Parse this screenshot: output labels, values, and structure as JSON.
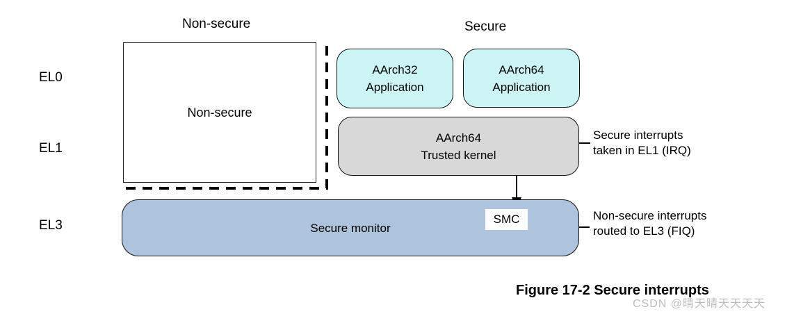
{
  "headers": {
    "non_secure": "Non-secure",
    "secure": "Secure"
  },
  "el_labels": [
    "EL0",
    "EL1",
    "EL3"
  ],
  "boxes": {
    "non_secure_world": "Non-secure",
    "aarch32_app": {
      "line1": "AArch32",
      "line2": "Application"
    },
    "aarch64_app": {
      "line1": "AArch64",
      "line2": "Application"
    },
    "trusted_kernel": {
      "line1": "AArch64",
      "line2": "Trusted kernel"
    },
    "secure_monitor": "Secure monitor",
    "smc": "SMC"
  },
  "annotations": {
    "irq": {
      "line1": "Secure interrupts",
      "line2": "taken in EL1 (IRQ)"
    },
    "fiq": {
      "line1": "Non-secure interrupts",
      "line2": "routed to EL3 (FIQ)"
    }
  },
  "figure": {
    "caption": "Figure 17-2 Secure interrupts",
    "watermark": "CSDN @晴天晴天天天天"
  },
  "colors": {
    "app_box": "#CCF4F5",
    "kernel_box": "#D8D8D8",
    "monitor_box": "#AEC3DC",
    "border": "#000000",
    "watermark": "#BCBCBC"
  }
}
